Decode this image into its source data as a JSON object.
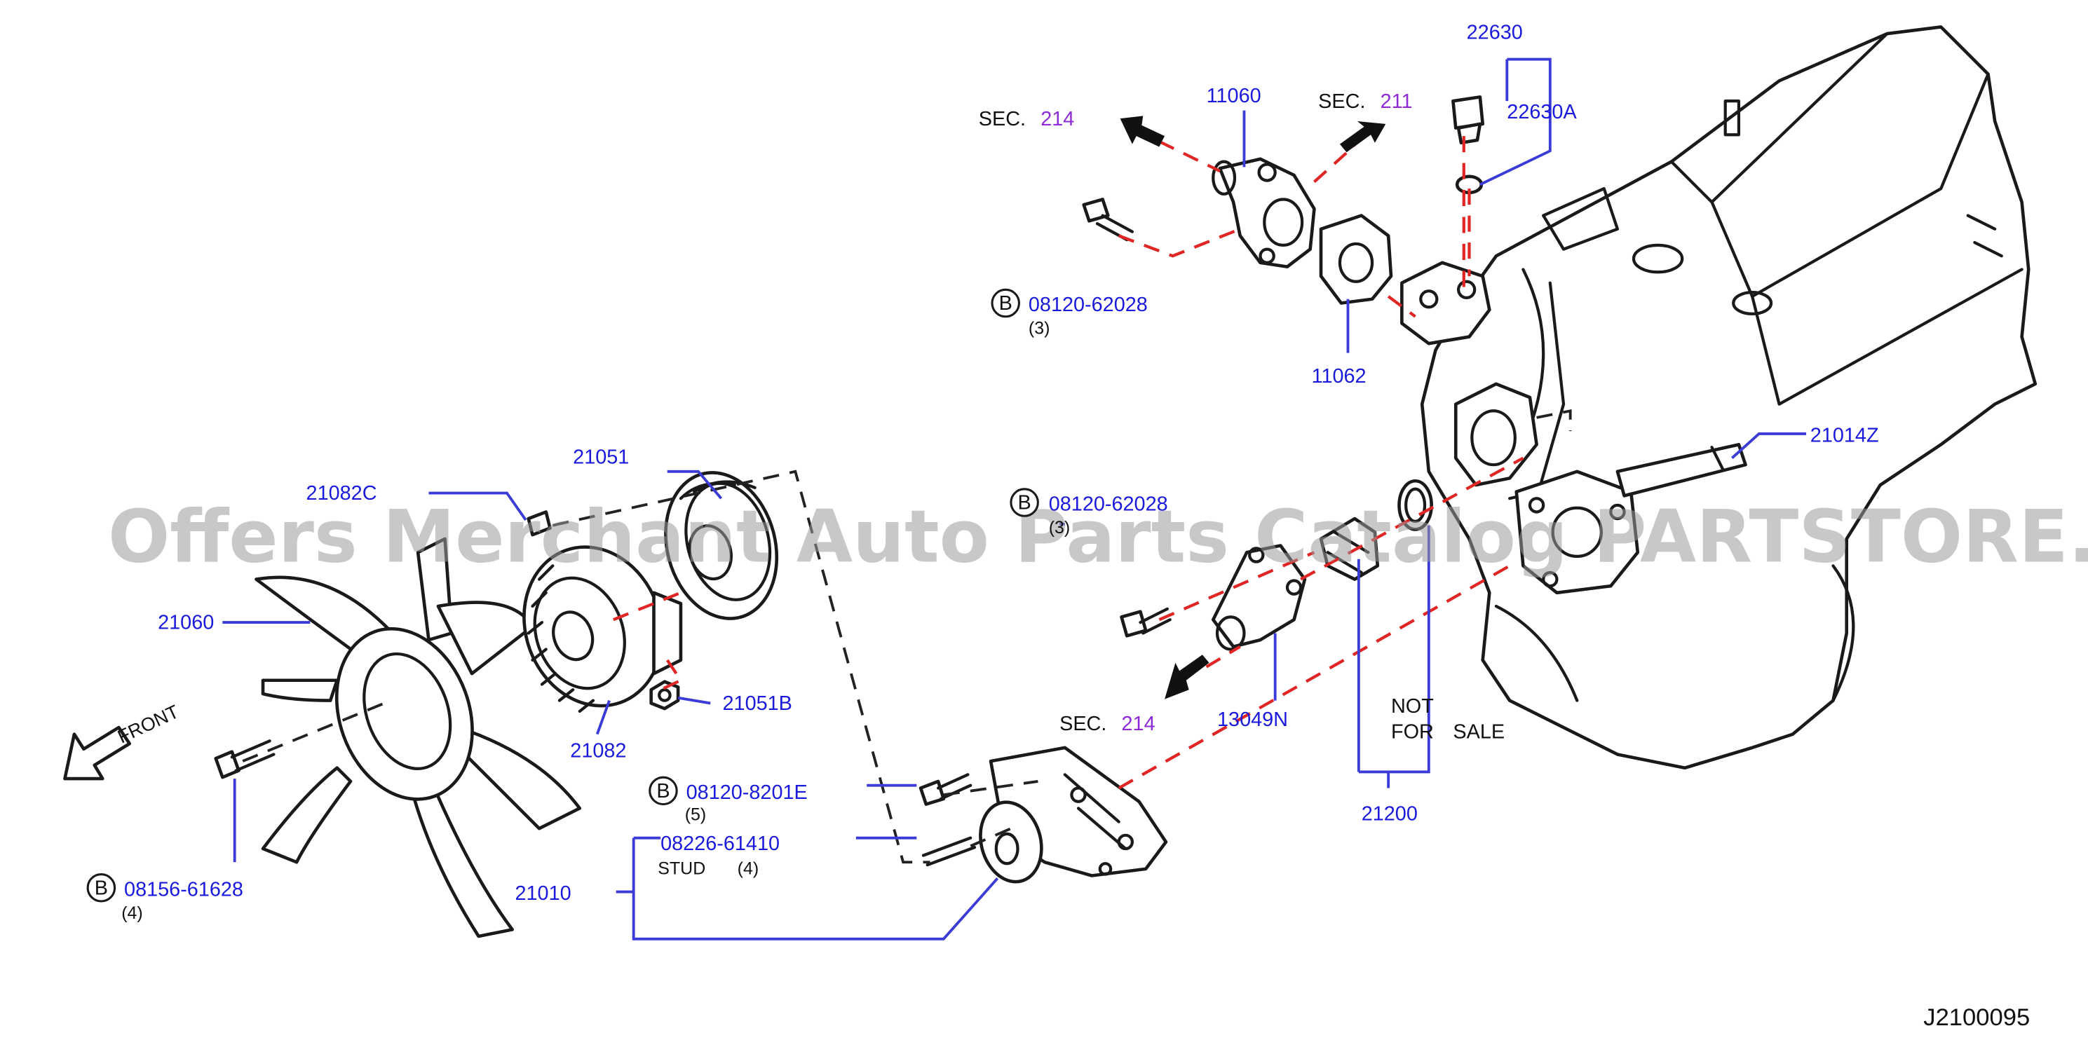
{
  "diagram": {
    "watermark": "Offers Merchant Auto Parts Catalog PARTSTORE.SA",
    "diagram_code": "J2100095",
    "front_label": "FRONT",
    "badge_letter": "B",
    "sections": [
      {
        "prefix": "SEC.",
        "number": "214"
      },
      {
        "prefix": "SEC.",
        "number": "211"
      },
      {
        "prefix": "SEC.",
        "number": "214"
      }
    ],
    "parts": {
      "p22630": "22630",
      "p22630A": "22630A",
      "p11060": "11060",
      "p11062": "11062",
      "p08120_62028_top": "08120-62028",
      "q_top": "(3)",
      "p21014Z": "21014Z",
      "p08120_62028_mid": "08120-62028",
      "q_mid": "(3)",
      "p13049N": "13049N",
      "p21200": "21200",
      "not_for_sale_1": "NOT",
      "not_for_sale_2": "FOR",
      "not_for_sale_3": "SALE",
      "p21051": "21051",
      "p21082C": "21082C",
      "p21060": "21060",
      "p21082": "21082",
      "p21051B": "21051B",
      "p08120_8201E": "08120-8201E",
      "q_8201E": "(5)",
      "p08226_61410": "08226-61410",
      "stud": "STUD",
      "q_stud": "(4)",
      "p21010": "21010",
      "p08156_61628": "08156-61628",
      "q_61628": "(4)"
    }
  }
}
